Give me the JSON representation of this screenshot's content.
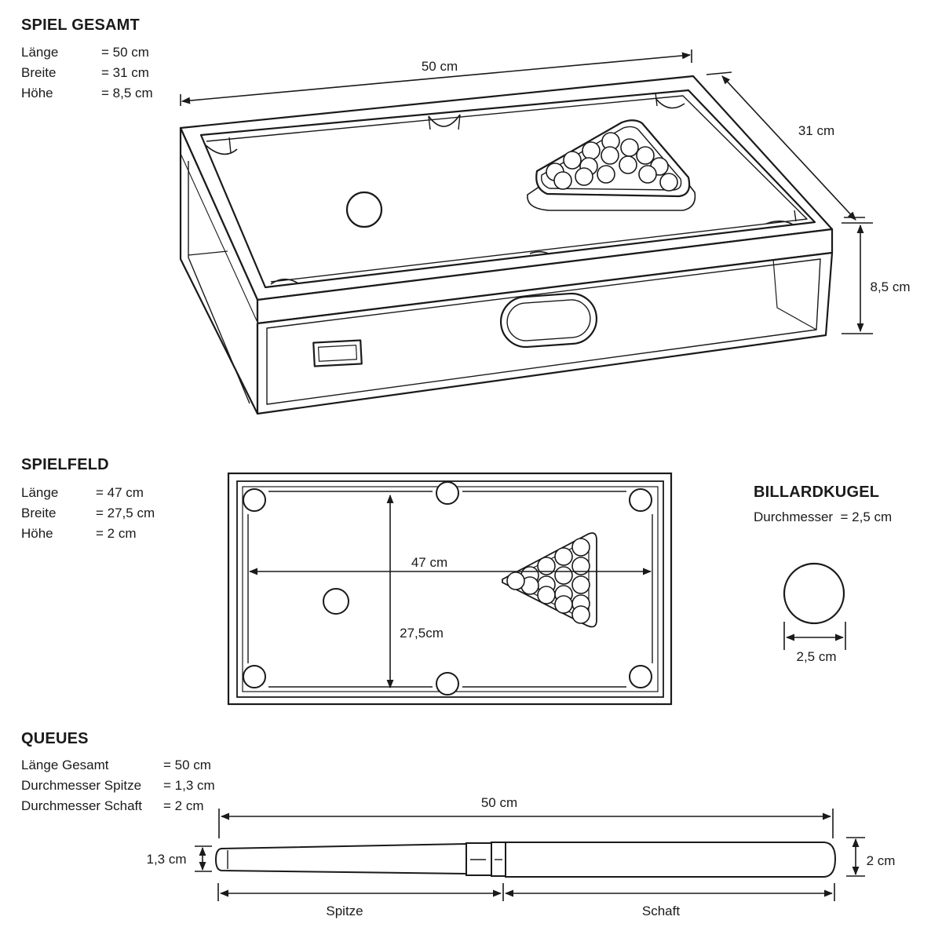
{
  "sections": {
    "gesamt": {
      "heading": "SPIEL GESAMT",
      "specs": [
        {
          "label": "Länge",
          "value": "= 50 cm"
        },
        {
          "label": "Breite",
          "value": "= 31 cm"
        },
        {
          "label": "Höhe",
          "value": "= 8,5 cm"
        }
      ],
      "dim_length": "50 cm",
      "dim_width": "31 cm",
      "dim_height": "8,5 cm"
    },
    "spielfeld": {
      "heading": "SPIELFELD",
      "specs": [
        {
          "label": "Länge",
          "value": "= 47 cm"
        },
        {
          "label": "Breite",
          "value": "= 27,5 cm"
        },
        {
          "label": "Höhe",
          "value": "= 2 cm"
        }
      ],
      "dim_length": "47 cm",
      "dim_width": "27,5cm"
    },
    "billardkugel": {
      "heading": "BILLARDKUGEL",
      "spec": "Durchmesser  = 2,5 cm",
      "dim_diameter": "2,5 cm"
    },
    "queues": {
      "heading": "QUEUES",
      "specs": [
        {
          "label": "Länge Gesamt",
          "value": "= 50 cm"
        },
        {
          "label": "Durchmesser Spitze",
          "value": "= 1,3 cm"
        },
        {
          "label": "Durchmesser Schaft",
          "value": "= 2 cm"
        }
      ],
      "dim_total": "50 cm",
      "dim_tip": "1,3 cm",
      "dim_butt": "2 cm",
      "label_tip": "Spitze",
      "label_butt": "Schaft"
    }
  }
}
